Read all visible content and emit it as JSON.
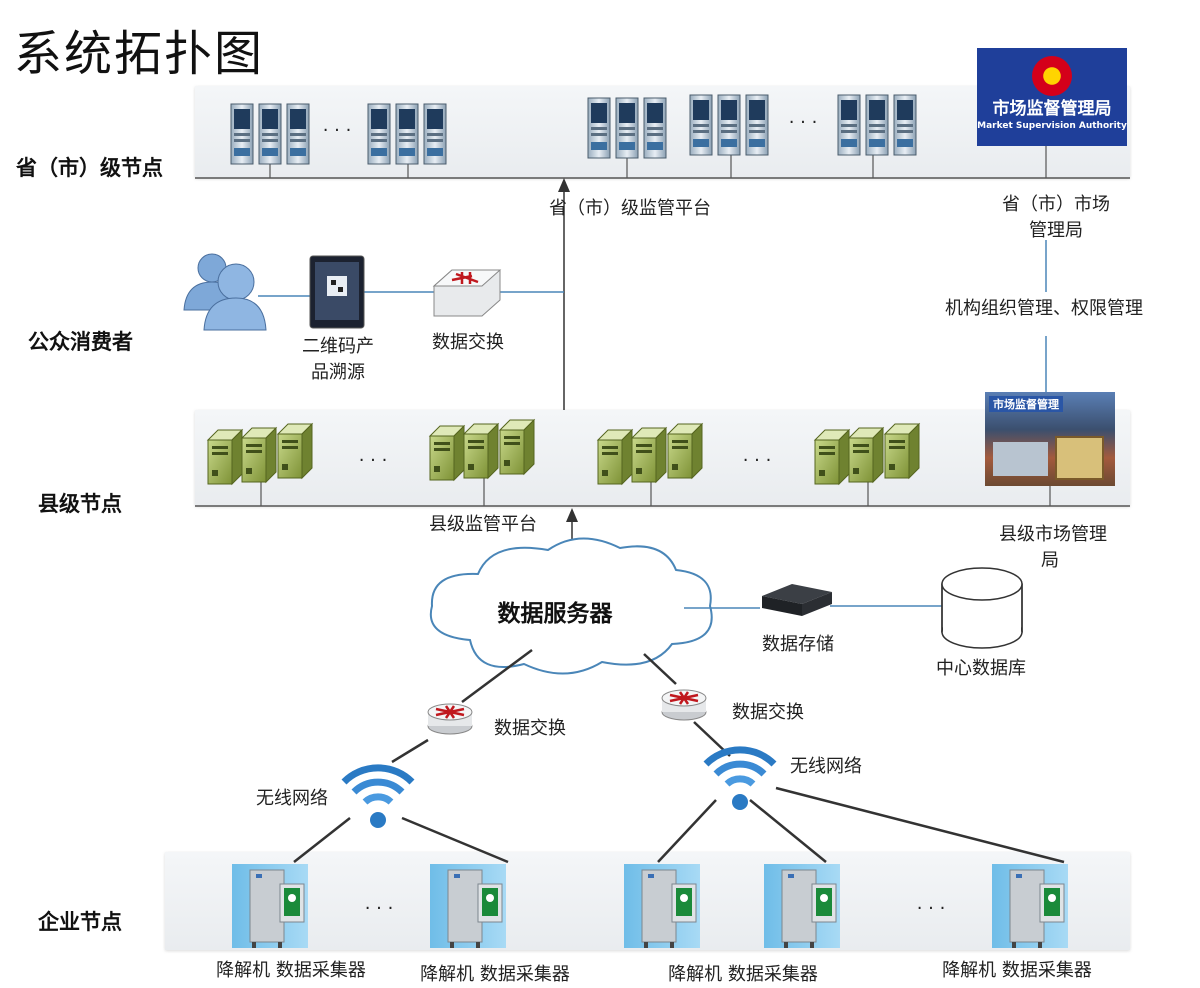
{
  "title": "系统拓扑图",
  "tiers": {
    "provincial": "省（市）级节点",
    "public": "公众消费者",
    "county": "县级节点",
    "enterprise": "企业节点"
  },
  "labels": {
    "provincial_platform": "省（市）级监管平台",
    "provincial_bureau_line1": "省（市）市场",
    "provincial_bureau_line2": "管理局",
    "org_management": "机构组织管理、权限管理",
    "qr_trace_line1": "二维码产",
    "qr_trace_line2": "品溯源",
    "data_exchange_public": "数据交换",
    "county_platform": "县级监管平台",
    "county_bureau_line1": "县级市场管理",
    "county_bureau_line2": "局",
    "data_server": "数据服务器",
    "data_storage": "数据存储",
    "central_db": "中心数据库",
    "data_exchange_left": "数据交换",
    "data_exchange_right": "数据交换",
    "wireless_left": "无线网络",
    "wireless_right": "无线网络",
    "ellipsis": "· · ·"
  },
  "authority_logo": {
    "cn": "市场监督管理局",
    "en": "Market Supervision Authority"
  },
  "photo_sign": "市场监督管理",
  "enterprise_devices": [
    "降解机 数据采集器",
    "降解机 数据采集器",
    "降解机  数据采集器",
    "降解机 数据采集器"
  ],
  "colors": {
    "link_blue": "#4a86b8",
    "link_dark": "#333333",
    "wifi_blue": "#2a7ac4",
    "router_red": "#c0181e",
    "county_server": "#9bb04a"
  }
}
